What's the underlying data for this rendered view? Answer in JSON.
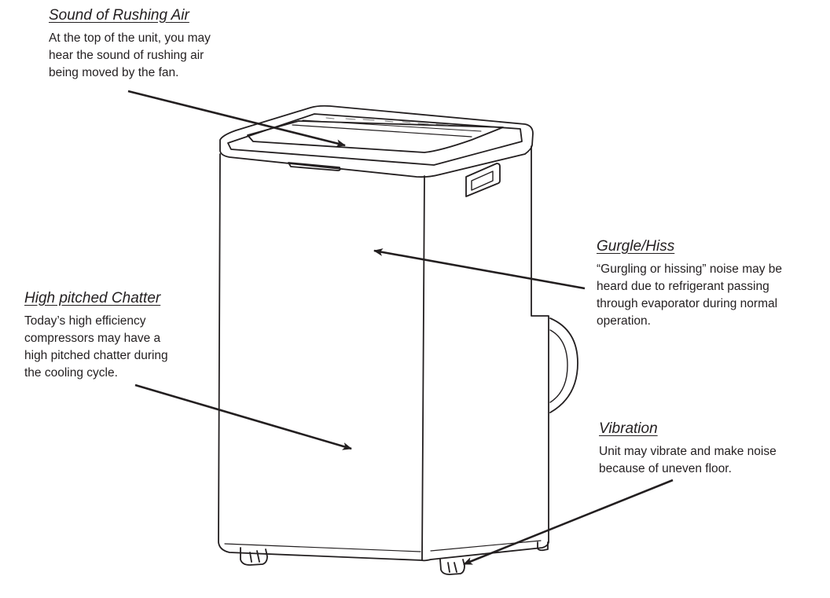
{
  "callouts": {
    "rushing_air": {
      "title": "Sound of Rushing Air",
      "body": "At the top of the unit, you may\nhear the sound of rushing air\nbeing moved by the fan."
    },
    "gurgle_hiss": {
      "title": "Gurgle/Hiss",
      "body": "“Gurgling or hissing” noise may be\nheard due to refrigerant passing\nthrough evaporator during normal\noperation."
    },
    "chatter": {
      "title": "High pitched Chatter",
      "body": "Today’s high efficiency\ncompressors may have a\nhigh pitched chatter during\nthe cooling cycle."
    },
    "vibration": {
      "title": "Vibration",
      "body": "Unit may vibrate and make noise\nbecause of uneven floor."
    }
  }
}
